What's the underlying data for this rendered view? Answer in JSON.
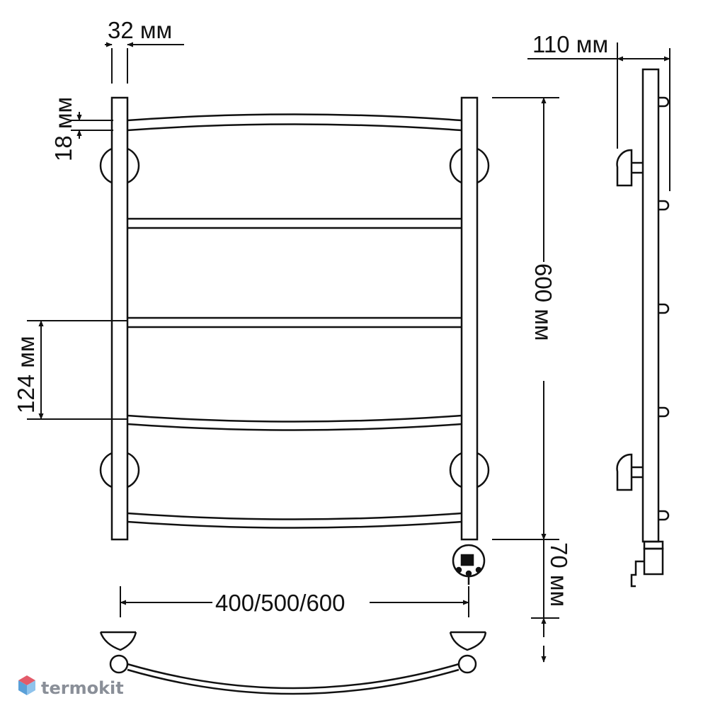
{
  "dimensions": {
    "pipe_width": "32 мм",
    "rail_thickness": "18 мм",
    "rail_spacing": "124 мм",
    "height": "600 мм",
    "width": "400/500/600",
    "bottom_offset": "70 мм",
    "depth": "110 мм"
  },
  "logo": {
    "brand": "termokit",
    "icon": "hexagon-logo-icon"
  },
  "colors": {
    "line": "#111111",
    "logo_text": "#8a8f98",
    "logo_top": "#e35b6a",
    "logo_left": "#5aa0d8",
    "logo_right": "#8fc3ec"
  }
}
